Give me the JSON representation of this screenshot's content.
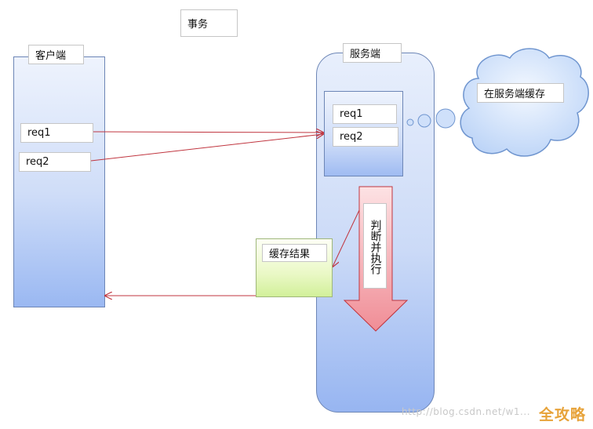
{
  "transaction_label": "事务",
  "client": {
    "label": "客户端",
    "requests": [
      "req1",
      "req2"
    ]
  },
  "server": {
    "label": "服务端",
    "queue": [
      "req1",
      "req2"
    ]
  },
  "cloud_label": "在服务端缓存",
  "cache_result_label": "缓存结果",
  "execute_label": "判断并执行",
  "watermark": "http://blog.csdn.net/w1...",
  "corner_logo": "全攻略",
  "colors": {
    "arrow": "#c0353f",
    "big_arrow_fill": "#f4a3a9",
    "pillar_border": "#6d86b6",
    "cloud_fill": "#d4e4fb"
  }
}
